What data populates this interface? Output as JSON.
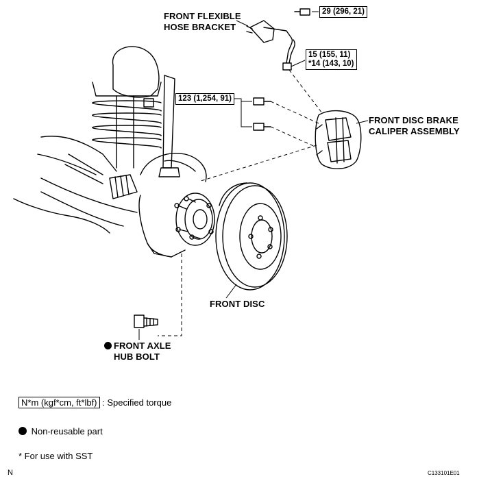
{
  "labels": {
    "hose_bracket": [
      "FRONT FLEXIBLE",
      "HOSE BRACKET"
    ],
    "caliper": [
      "FRONT DISC BRAKE",
      "CALIPER ASSEMBLY"
    ],
    "disc": "FRONT DISC",
    "hub_bolt": [
      "FRONT AXLE",
      "HUB BOLT"
    ]
  },
  "torques": {
    "bracket_bolt": "29 (296, 21)",
    "hose_union": [
      "15 (155, 11)",
      "*14 (143, 10)"
    ],
    "caliper_bolt": "123 (1,254, 91)"
  },
  "legend": {
    "torque_unit": "N*m (kgf*cm, ft*lbf)",
    "torque_desc": ": Specified torque",
    "nonreusable": "Non-reusable part",
    "sst": "* For use with SST"
  },
  "footer": {
    "left": "N",
    "right": "C133101E01"
  }
}
